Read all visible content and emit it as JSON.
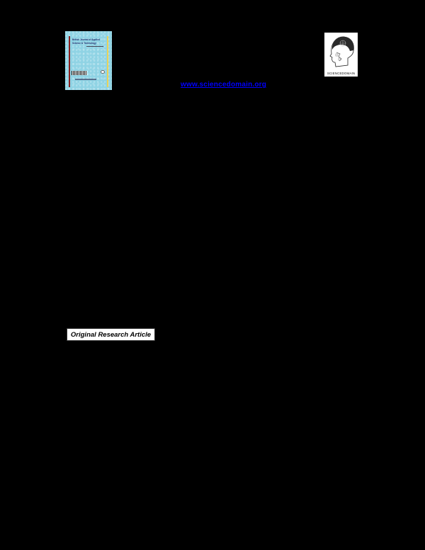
{
  "header": {
    "journal_cover": {
      "title": "British Journal of Applied Science & Technology",
      "colors": {
        "background": "#8fd3e4",
        "left_bar": "#8a1c1c",
        "right_bar": "#e9d35a"
      }
    },
    "website_link": "www.sciencedomain.org",
    "publisher_logo": {
      "label": "SCIENCEDOMAIN"
    }
  },
  "article": {
    "type_badge": "Original Research Article"
  },
  "colors": {
    "page_background": "#000000",
    "link": "#0000ff",
    "badge_background": "#ffffff"
  }
}
